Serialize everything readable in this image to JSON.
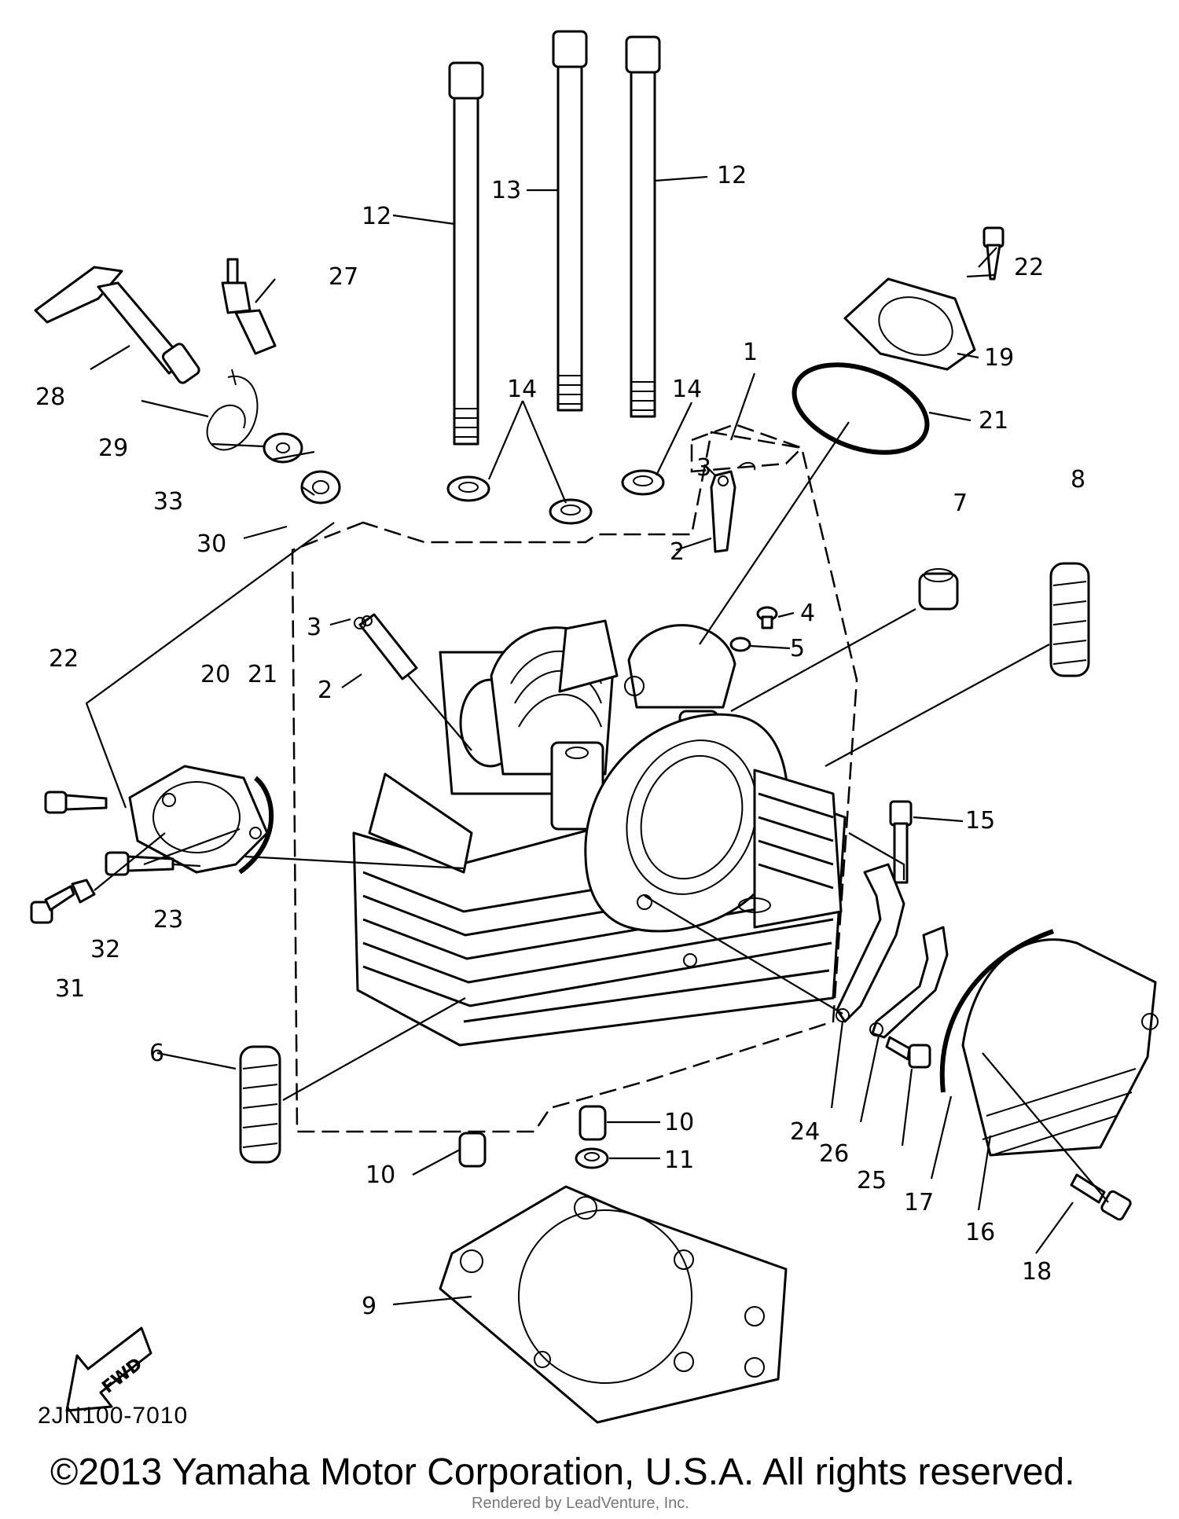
{
  "diagram": {
    "fwd_label": "FWD",
    "drawing_code": "2JN100-7010",
    "copyright": "©2013 Yamaha Motor Corporation, U.S.A. All rights reserved.",
    "rendered_by": "Rendered by LeadVenture, Inc.",
    "callouts": [
      {
        "label": "1"
      },
      {
        "label": "2"
      },
      {
        "label": "2"
      },
      {
        "label": "3"
      },
      {
        "label": "3"
      },
      {
        "label": "4"
      },
      {
        "label": "5"
      },
      {
        "label": "6"
      },
      {
        "label": "7"
      },
      {
        "label": "8"
      },
      {
        "label": "9"
      },
      {
        "label": "10"
      },
      {
        "label": "10"
      },
      {
        "label": "11"
      },
      {
        "label": "12"
      },
      {
        "label": "12"
      },
      {
        "label": "13"
      },
      {
        "label": "14"
      },
      {
        "label": "14"
      },
      {
        "label": "15"
      },
      {
        "label": "16"
      },
      {
        "label": "17"
      },
      {
        "label": "18"
      },
      {
        "label": "19"
      },
      {
        "label": "20"
      },
      {
        "label": "21"
      },
      {
        "label": "21"
      },
      {
        "label": "22"
      },
      {
        "label": "22"
      },
      {
        "label": "23"
      },
      {
        "label": "24"
      },
      {
        "label": "25"
      },
      {
        "label": "26"
      },
      {
        "label": "27"
      },
      {
        "label": "28"
      },
      {
        "label": "29"
      },
      {
        "label": "30"
      },
      {
        "label": "31"
      },
      {
        "label": "32"
      },
      {
        "label": "33"
      }
    ]
  }
}
